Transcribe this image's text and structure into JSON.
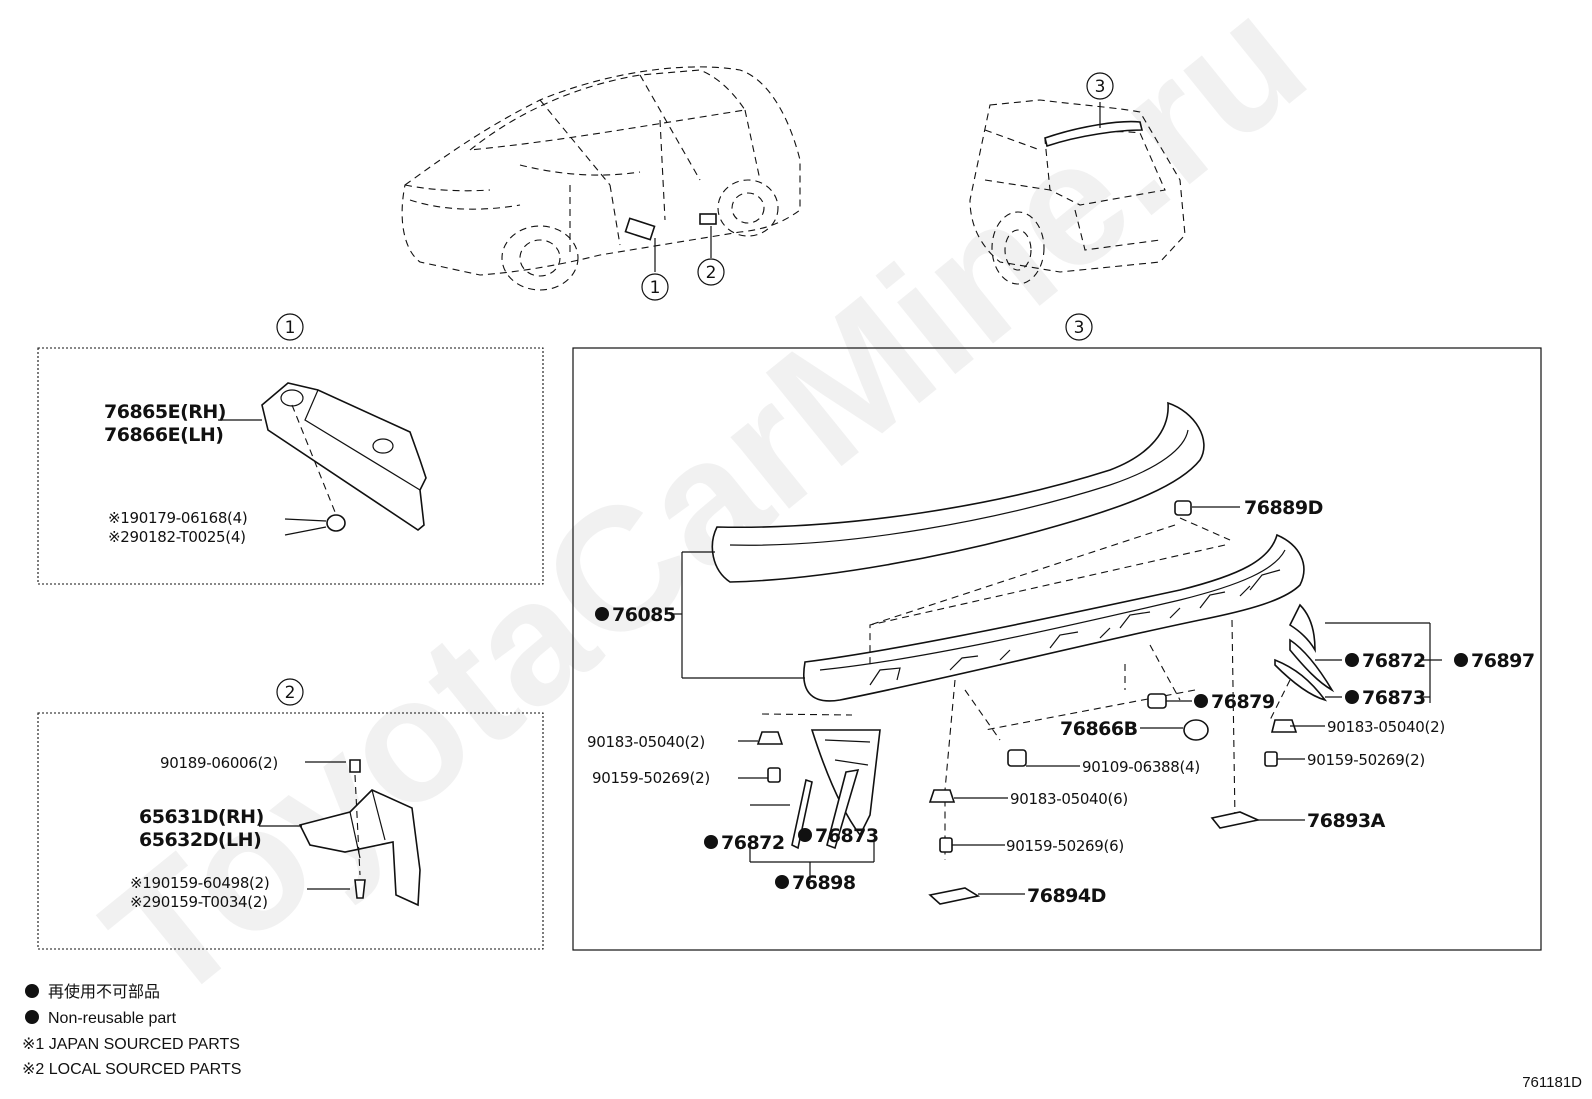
{
  "watermark": "ToyotaCarMine.ru",
  "overview": {
    "car_front_callouts": [
      "1",
      "2"
    ],
    "car_rear_callouts": [
      "3"
    ]
  },
  "panel1": {
    "callout": "1",
    "part_rh": "76865E(RH)",
    "part_lh": "76866E(LH)",
    "fastener_1": "※190179-06168(4)",
    "fastener_2": "※290182-T0025(4)"
  },
  "panel2": {
    "callout": "2",
    "clip": "90189-06006(2)",
    "part_rh": "65631D(RH)",
    "part_lh": "65632D(LH)",
    "screw_1": "※190159-60498(2)",
    "screw_2": "※290159-T0034(2)"
  },
  "panel3": {
    "callout": "3",
    "spoiler": "76085",
    "cap_top": "76889D",
    "seal_r1": "76872",
    "seal_r2": "76873",
    "seal_set_r": "76897",
    "grommet": "76879",
    "pin": "76866B",
    "nut_r": "90183-05040(2)",
    "screw_r": "90159-50269(2)",
    "nut_l": "90183-05040(2)",
    "screw_l": "90159-50269(2)",
    "bolt_c": "90109-06388(4)",
    "nut_c": "90183-05040(6)",
    "screw_c": "90159-50269(6)",
    "bracket_r": "76893A",
    "bracket_c": "76894D",
    "seal_l1": "76872",
    "seal_l2": "76873",
    "seal_set_l": "76898"
  },
  "legend": {
    "jp_nonreusable": "再使用不可部品",
    "nonreusable": "Non-reusable part",
    "note1": "※1 JAPAN SOURCED PARTS",
    "note2": "※2 LOCAL SOURCED PARTS"
  },
  "diagram_code": "761181D"
}
